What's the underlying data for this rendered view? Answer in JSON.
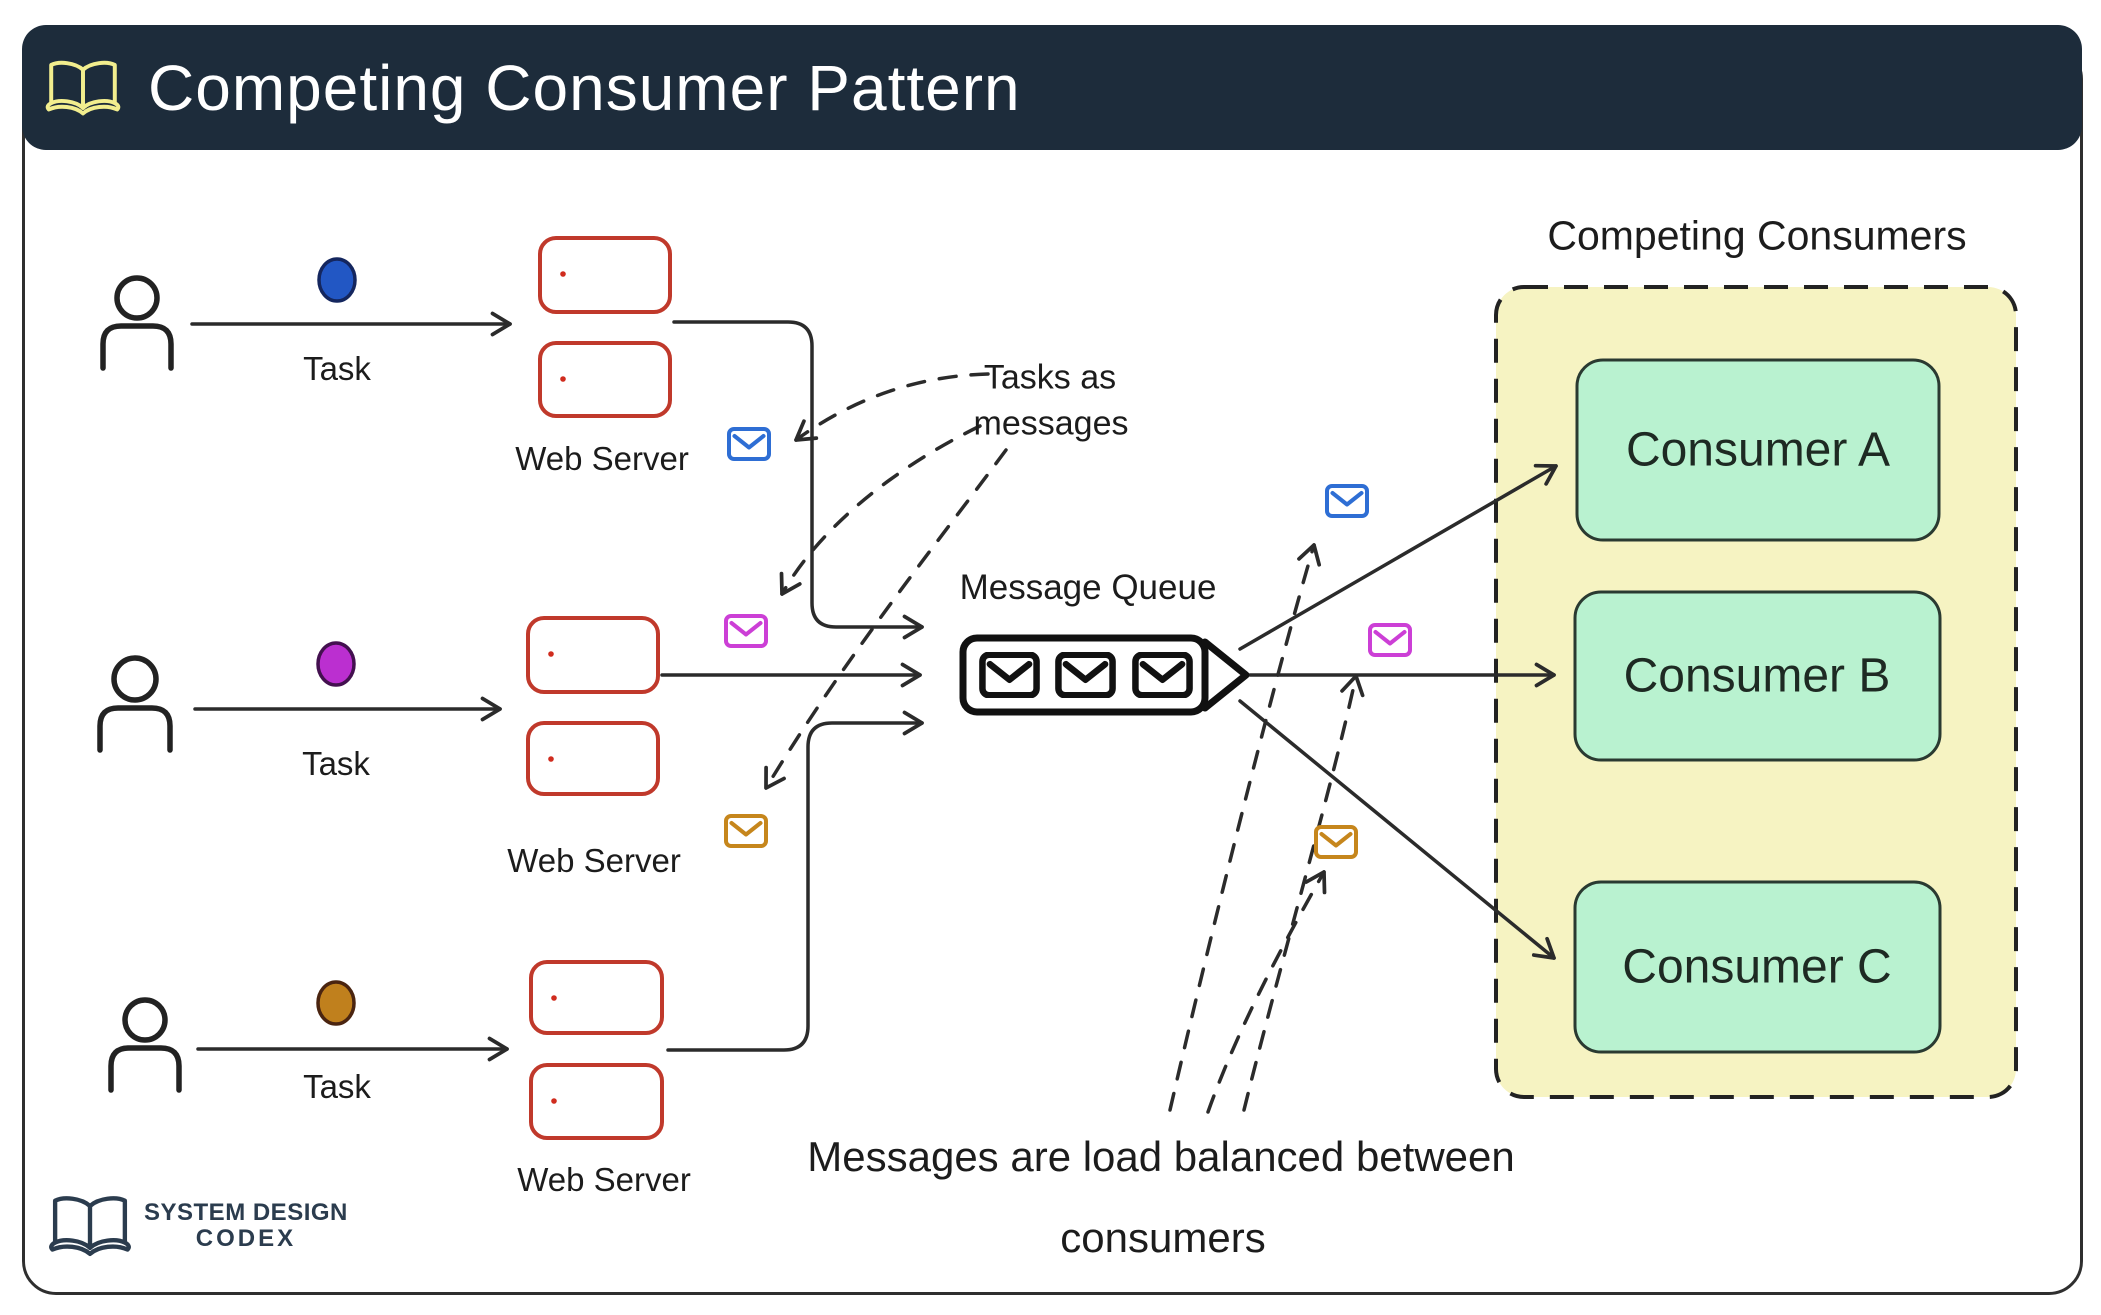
{
  "header": {
    "title": "Competing Consumer Pattern"
  },
  "icons": {
    "header_icon": "open-book-icon",
    "logo_icon": "open-book-icon",
    "producer_icon": "person-icon",
    "message_icon": "envelope-icon"
  },
  "producers": [
    {
      "task_label": "Task",
      "server_label": "Web Server"
    },
    {
      "task_label": "Task",
      "server_label": "Web Server"
    },
    {
      "task_label": "Task",
      "server_label": "Web Server"
    }
  ],
  "queue": {
    "label": "Message Queue"
  },
  "annotations": {
    "tasks_as_messages_line1": "Tasks as",
    "tasks_as_messages_line2": "messages",
    "load_balanced_line1": "Messages are load balanced between",
    "load_balanced_line2": "consumers"
  },
  "consumers": {
    "title": "Competing Consumers",
    "items": [
      {
        "label": "Consumer A"
      },
      {
        "label": "Consumer B"
      },
      {
        "label": "Consumer C"
      }
    ]
  },
  "logo": {
    "line1": "SYSTEM DESIGN",
    "line2": "CODEX"
  },
  "colors": {
    "header_bg": "#1d2c3b",
    "header_book_yellow": "#f2ee8e",
    "line_dark": "#2b2b2b",
    "server_red": "#c0392b",
    "server_dot_red": "#d02c1e",
    "envelope_blue": "#2e6ed4",
    "envelope_magenta": "#cc3fd6",
    "envelope_orange": "#c6861c",
    "queue_black": "#111111",
    "dot_blue": "#2257c4",
    "dot_blue_border": "#14265e",
    "dot_magenta": "#bb2fd0",
    "dot_magenta_border": "#43104f",
    "dot_orange": "#c0801d",
    "dot_orange_border": "#4a2410",
    "panel_yellow": "#f6f3c2",
    "consumer_fill": "#b9f2d0",
    "consumer_border": "#2a3a31",
    "logo_navy": "#2b3c4e"
  }
}
